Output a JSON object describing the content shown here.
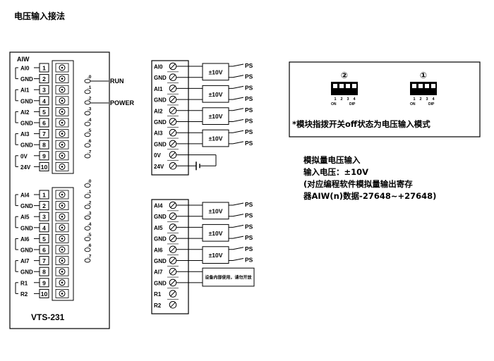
{
  "title": "电压输入接法",
  "module": {
    "header": "AIW",
    "model": "VTS-231",
    "group1": [
      {
        "label": "AI0",
        "pin": "1"
      },
      {
        "label": "GND",
        "pin": "2"
      },
      {
        "label": "AI1",
        "pin": "3"
      },
      {
        "label": "GND",
        "pin": "4"
      },
      {
        "label": "AI2",
        "pin": "5"
      },
      {
        "label": "GND",
        "pin": "6"
      },
      {
        "label": "AI3",
        "pin": "7"
      },
      {
        "label": "GND",
        "pin": "8"
      },
      {
        "label": "0V",
        "pin": "9"
      },
      {
        "label": "24V",
        "pin": "10"
      }
    ],
    "group2": [
      {
        "label": "AI4",
        "pin": "1"
      },
      {
        "label": "GND",
        "pin": "2"
      },
      {
        "label": "AI5",
        "pin": "3"
      },
      {
        "label": "GND",
        "pin": "4"
      },
      {
        "label": "AI6",
        "pin": "5"
      },
      {
        "label": "GND",
        "pin": "6"
      },
      {
        "label": "AI7",
        "pin": "7"
      },
      {
        "label": "GND",
        "pin": "8"
      },
      {
        "label": "R1",
        "pin": "9"
      },
      {
        "label": "R2",
        "pin": "10"
      }
    ],
    "leds1": [
      ".0",
      ".1",
      ".2",
      ".3",
      ".4",
      ".5",
      ".6",
      ".7"
    ],
    "leds2": [
      ".0",
      ".1",
      ".2",
      ".3",
      ".4",
      ".5",
      ".6",
      ".7"
    ],
    "run_label": "RUN",
    "power_label": "POWER"
  },
  "wiring_top": {
    "terminals": [
      "AI0",
      "GND",
      "AI1",
      "GND",
      "AI2",
      "GND",
      "AI3",
      "GND",
      "0V",
      "24V"
    ],
    "source_label": "±10V",
    "ps_label": "PS"
  },
  "wiring_bottom": {
    "terminals": [
      "AI4",
      "GND",
      "AI5",
      "GND",
      "AI6",
      "GND",
      "AI7",
      "GND",
      "R1",
      "R2"
    ],
    "source_label": "±10V",
    "ps_label": "PS",
    "reserved_note": "设备内部使用，请勿开放"
  },
  "dip": {
    "switch2_label": "②",
    "switch1_label": "①",
    "positions": [
      "1",
      "2",
      "3",
      "4"
    ],
    "on_label": "ON",
    "dip_label": "DIP"
  },
  "switch_note": "*模块指拨开关off状态为电压输入模式",
  "notes": [
    "模拟量电压输入",
    "输入电压：±10V",
    "(对应编程软件模拟量输出寄存",
    "器AIW(n)数据-27648~+27648)"
  ]
}
